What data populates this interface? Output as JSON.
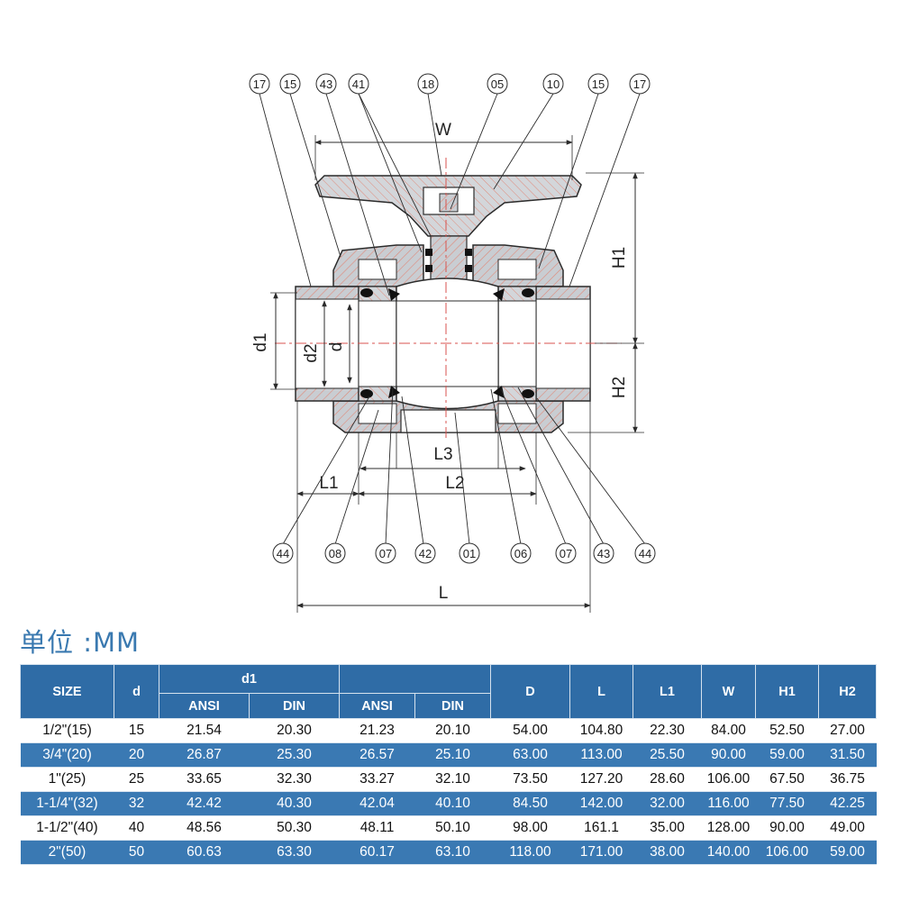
{
  "drawing": {
    "top_callouts": [
      "17",
      "15",
      "43",
      "41",
      "18",
      "05",
      "10",
      "15",
      "17"
    ],
    "bottom_callouts": [
      "44",
      "08",
      "07",
      "42",
      "01",
      "06",
      "07",
      "43",
      "44"
    ],
    "dimension_labels": {
      "W": "W",
      "H1": "H1",
      "H2": "H2",
      "d1": "d1",
      "d2": "d2",
      "d": "d",
      "L1": "L1",
      "L2": "L2",
      "L3": "L3",
      "L": "L"
    },
    "colors": {
      "line": "#2b2b2b",
      "body_fill": "#c9cdd2",
      "hatch": "#e08a7a",
      "seal": "#111111",
      "center_line": "#d9534f"
    }
  },
  "unit_label": "单位 :MM",
  "table": {
    "headers_top": {
      "size": "SIZE",
      "d": "d",
      "d1": "d1",
      "d2": "",
      "D": "D",
      "L": "L",
      "L1": "L1",
      "W": "W",
      "H1": "H1",
      "H2": "H2"
    },
    "headers_sub": [
      "ANSI",
      "DIN",
      "ANSI",
      "DIN"
    ],
    "rows": [
      [
        "1/2\"(15)",
        "15",
        "21.54",
        "20.30",
        "21.23",
        "20.10",
        "54.00",
        "104.80",
        "22.30",
        "84.00",
        "52.50",
        "27.00"
      ],
      [
        "3/4\"(20)",
        "20",
        "26.87",
        "25.30",
        "26.57",
        "25.10",
        "63.00",
        "113.00",
        "25.50",
        "90.00",
        "59.00",
        "31.50"
      ],
      [
        "1\"(25)",
        "25",
        "33.65",
        "32.30",
        "33.27",
        "32.10",
        "73.50",
        "127.20",
        "28.60",
        "106.00",
        "67.50",
        "36.75"
      ],
      [
        "1-1/4\"(32)",
        "32",
        "42.42",
        "40.30",
        "42.04",
        "40.10",
        "84.50",
        "142.00",
        "32.00",
        "116.00",
        "77.50",
        "42.25"
      ],
      [
        "1-1/2\"(40)",
        "40",
        "48.56",
        "50.30",
        "48.11",
        "50.10",
        "98.00",
        "161.1",
        "35.00",
        "128.00",
        "90.00",
        "49.00"
      ],
      [
        "2\"(50)",
        "50",
        "60.63",
        "63.30",
        "60.17",
        "63.10",
        "118.00",
        "171.00",
        "38.00",
        "140.00",
        "106.00",
        "59.00"
      ]
    ]
  }
}
